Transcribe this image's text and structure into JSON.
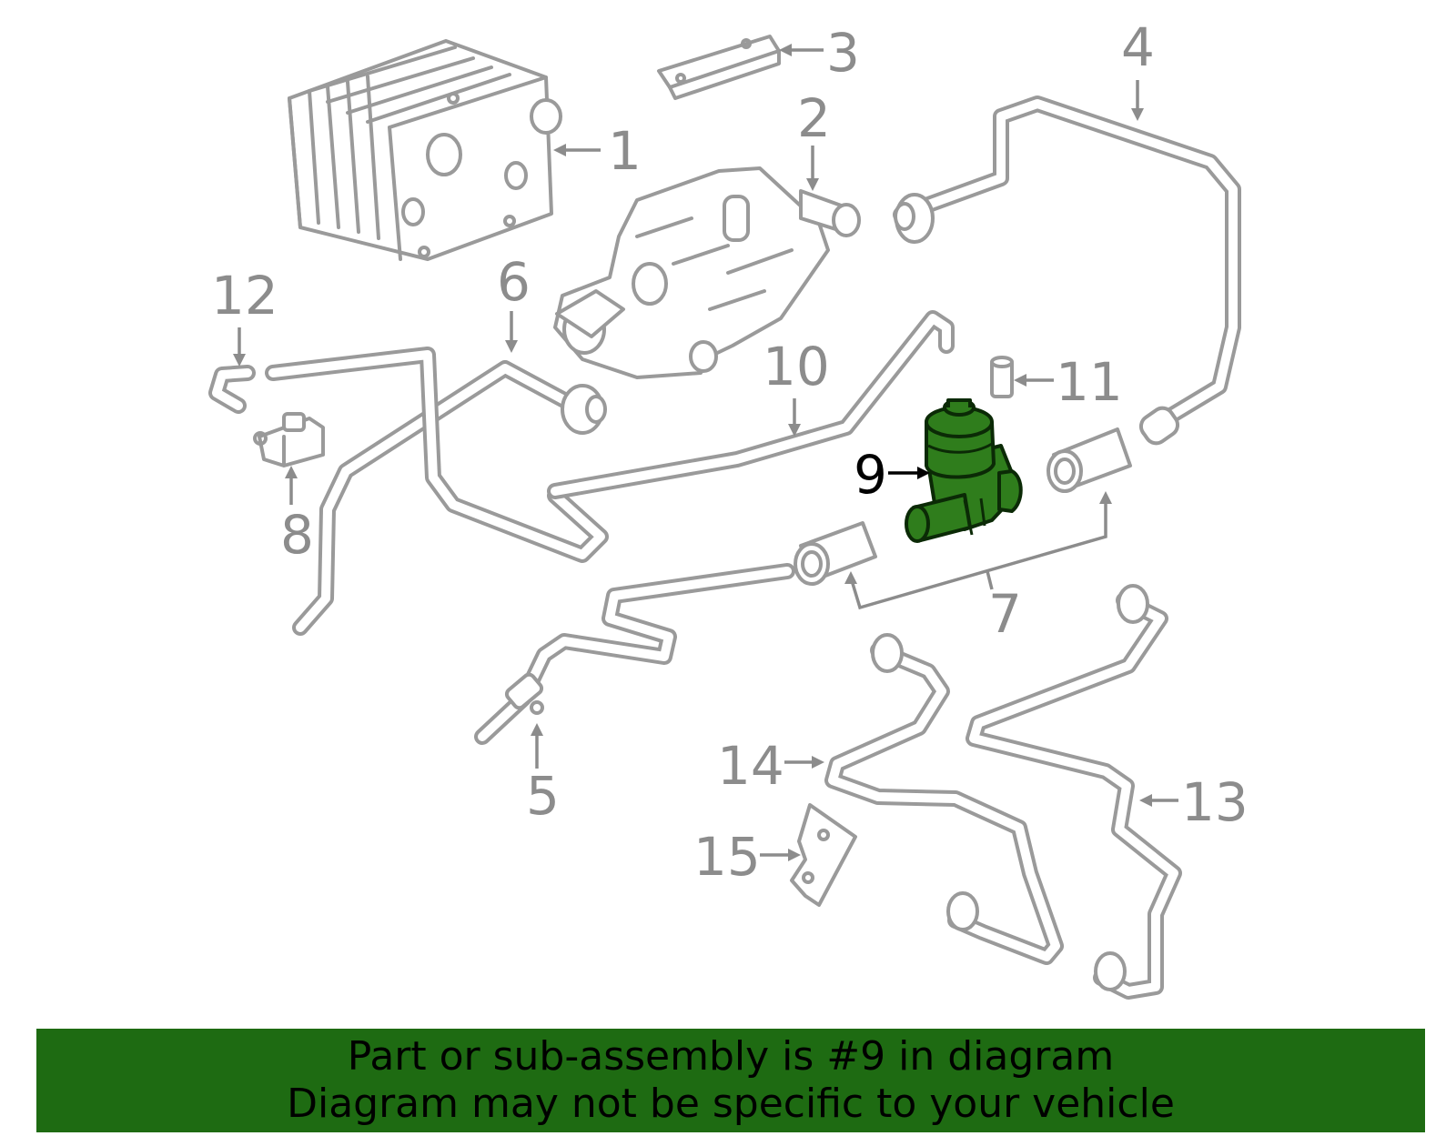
{
  "callouts": [
    {
      "id": "1",
      "label": "1"
    },
    {
      "id": "2",
      "label": "2"
    },
    {
      "id": "3",
      "label": "3"
    },
    {
      "id": "4",
      "label": "4"
    },
    {
      "id": "5",
      "label": "5"
    },
    {
      "id": "6",
      "label": "6"
    },
    {
      "id": "7",
      "label": "7"
    },
    {
      "id": "8",
      "label": "8"
    },
    {
      "id": "9",
      "label": "9"
    },
    {
      "id": "10",
      "label": "10"
    },
    {
      "id": "11",
      "label": "11"
    },
    {
      "id": "12",
      "label": "12"
    },
    {
      "id": "13",
      "label": "13"
    },
    {
      "id": "14",
      "label": "14"
    },
    {
      "id": "15",
      "label": "15"
    }
  ],
  "highlighted_part": "9",
  "colors": {
    "highlight_part": "#2f7d1c",
    "banner": "#1e6b12",
    "parts": "#9a9a9a"
  },
  "banner": {
    "line1": "Part or sub-assembly is #9 in diagram",
    "line2": "Diagram may not be specific to your vehicle"
  }
}
